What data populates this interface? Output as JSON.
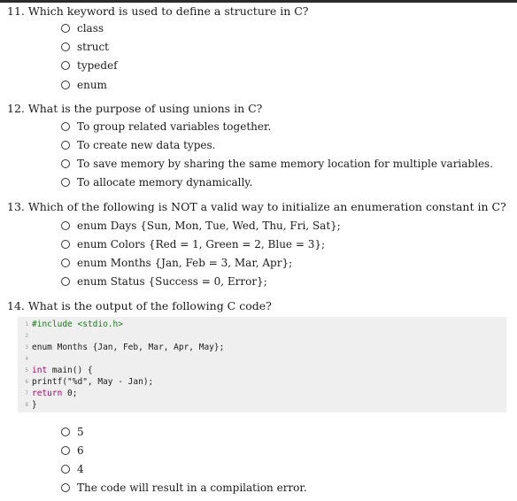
{
  "questions": [
    {
      "number": "11.",
      "text": "Which keyword is used to define a structure in C?",
      "options": [
        "class",
        "struct",
        "typedef",
        "enum"
      ]
    },
    {
      "number": "12.",
      "text": "What is the purpose of using unions in C?",
      "options": [
        "To group related variables together.",
        "To create new data types.",
        "To save memory by sharing the same memory location for multiple variables.",
        "To allocate memory dynamically."
      ]
    },
    {
      "number": "13.",
      "text": "Which of the following is NOT a valid way to initialize an enumeration constant in C?",
      "options": [
        "enum Days {Sun, Mon, Tue, Wed, Thu, Fri, Sat};",
        "enum Colors {Red = 1, Green = 2, Blue = 3};",
        "enum Months {Jan, Feb = 3, Mar, Apr};",
        "enum Status {Success = 0, Error};"
      ]
    },
    {
      "number": "14.",
      "text": "What is the output of the following C code?",
      "options": [
        "5",
        "6",
        "4",
        "The code will result in a compilation error."
      ]
    }
  ],
  "code": {
    "line_numbers": [
      "1",
      "2",
      "3",
      "4",
      "5",
      "6",
      "7",
      "8"
    ],
    "include": "#include <stdio.h>",
    "enum_line": "enum Months {Jan, Feb, Mar, Apr, May};",
    "int_kw": "int",
    "main_rest": " main() {",
    "printf_line": "printf(\"%d\", May - Jan);",
    "return_kw": "return",
    "return_rest": " 0;",
    "close": "}"
  }
}
